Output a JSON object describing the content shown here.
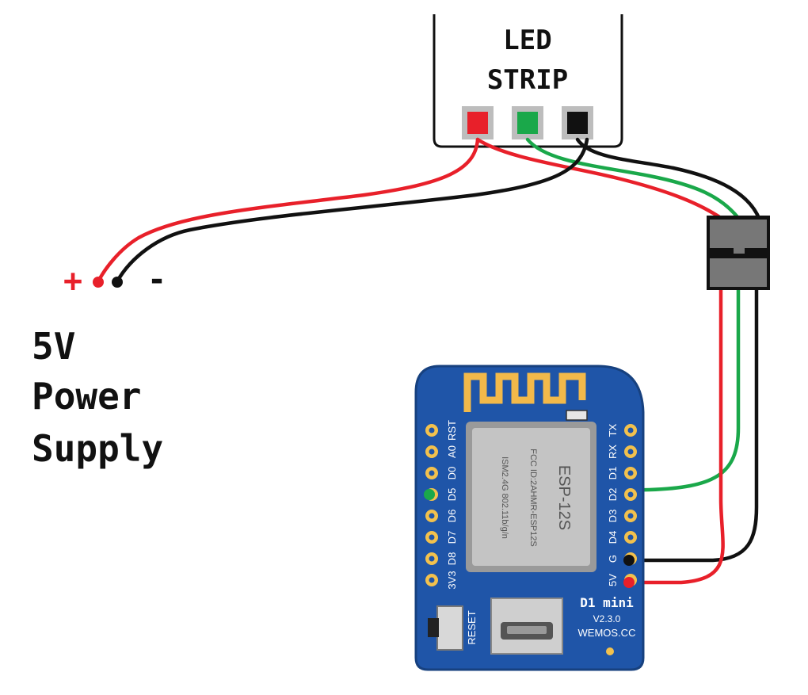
{
  "led_strip": {
    "label_line1": "LED",
    "label_line2": "STRIP"
  },
  "power_supply": {
    "plus_sign": "+",
    "minus_sign": "-",
    "label_line1": "5V",
    "label_line2": "Power",
    "label_line3": "Supply"
  },
  "board": {
    "left_pins": [
      "RST",
      "A0",
      "D0",
      "D5",
      "D6",
      "D7",
      "D8",
      "3V3"
    ],
    "right_pins": [
      "TX",
      "RX",
      "D1",
      "D2",
      "D3",
      "D4",
      "G",
      "5V"
    ],
    "model": "D1 mini",
    "version": "V2.3.0",
    "website": "WEMOS.CC",
    "reset_label": "RESET",
    "module_line1": "ESP-12S",
    "module_line2": "FCC ID:2AHMR-ESP12S",
    "module_line3": "ISM2.4G 802.11b/g/n"
  },
  "colors": {
    "wire_red": "#e8202a",
    "wire_green": "#1aa84a",
    "wire_black": "#111111",
    "board_blue": "#1f55a8",
    "connector_grey": "#777777"
  }
}
